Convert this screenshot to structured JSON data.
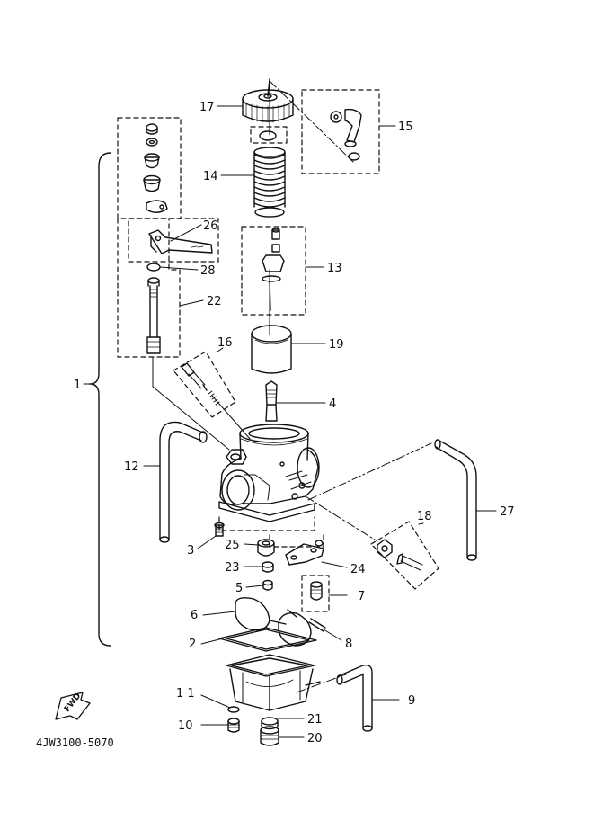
{
  "diagram": {
    "code": "4JW3100-5070",
    "fwd_label": "FWD",
    "callouts": {
      "c1": "1",
      "c2": "2",
      "c3": "3",
      "c4": "4",
      "c5": "5",
      "c6": "6",
      "c7": "7",
      "c8": "8",
      "c9": "9",
      "c10": "10",
      "c11": "1 1",
      "c12": "12",
      "c13": "13",
      "c14": "14",
      "c15": "15",
      "c16": "16",
      "c17": "17",
      "c18": "18",
      "c19": "19",
      "c20": "20",
      "c21": "21",
      "c22": "22",
      "c23": "23",
      "c24": "24",
      "c25": "25",
      "c26": "26",
      "c27": "27",
      "c28": "28"
    }
  },
  "colors": {
    "ink": "#111111",
    "paper": "#ffffff"
  }
}
